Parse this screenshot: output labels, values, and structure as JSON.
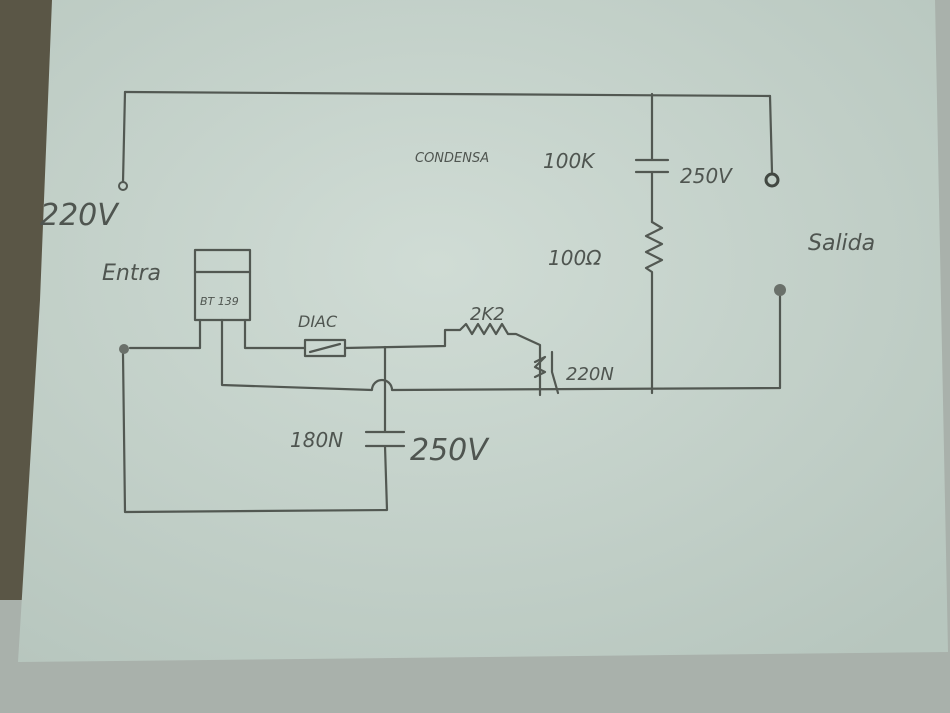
{
  "diagram": {
    "title": "Circuito regulador con TRIAC y DIAC (dibujo a mano)",
    "input_voltage": "220V",
    "input_label": "Entra",
    "triac_label": "BT 139",
    "diac_label": "DIAC",
    "resistor_2k2": "2K2",
    "potentiometer": "220N",
    "capacitor_top_label": "CONDENSA",
    "capacitor_top_value": "100K",
    "capacitor_top_voltage": "250V",
    "resistor_100": "100Ω",
    "output_label": "Salida",
    "capacitor_bottom_value": "180N",
    "capacitor_bottom_voltage": "250V"
  },
  "colors": {
    "paper": "#c7d4cd",
    "pencil": "#525852",
    "background": "#a9b1ab"
  }
}
